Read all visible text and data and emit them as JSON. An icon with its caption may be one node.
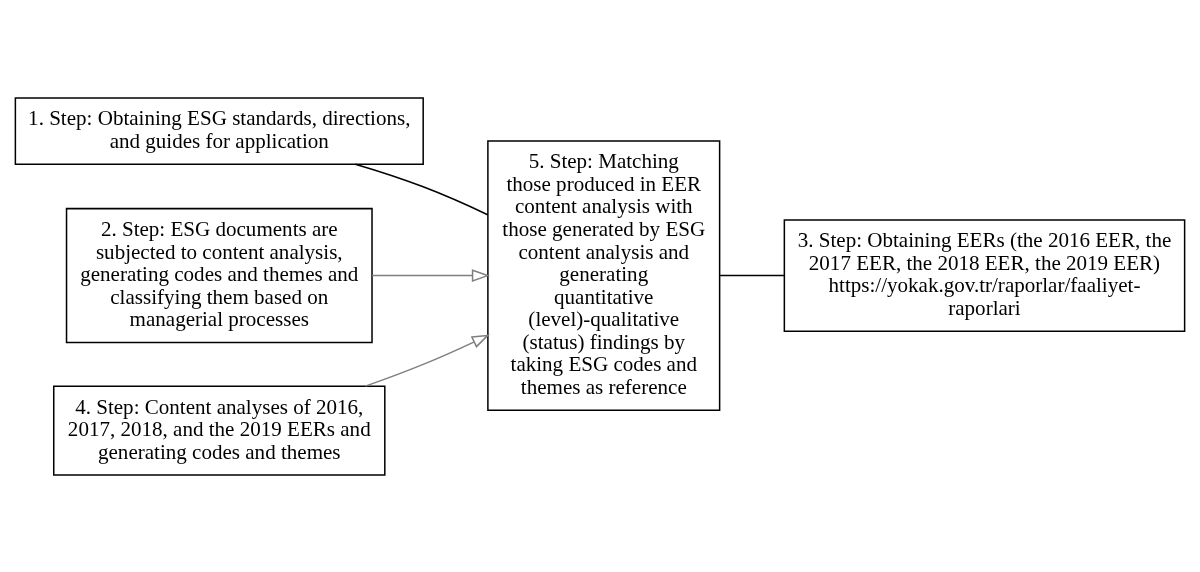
{
  "diagram": {
    "nodes": [
      {
        "text": [
          "1. Step: Obtaining ESG standards, directions, and guides for application"
        ]
      },
      {
        "text": [
          "2. Step: ESG documents are subjected to content analysis, generating codes and themes and classifying them based on managerial processes"
        ]
      },
      {
        "text": [
          "3. Step: Obtaining EERs (the 2016 EER, the 2017 EER, the 2018 EER, the 2019 EER)",
          "https://yokak.gov.tr/raporlar/faaliyet-raporlari"
        ]
      },
      {
        "text": [
          "4. Step: Content analyses of 2016, 2017, 2018, and the 2019 EERs and generating codes and themes"
        ]
      },
      {
        "text": [
          "5. Step: Matching those produced in EER content analysis with those generated by ESG content analysis and generating quantitative (level)-qualitative (status) findings by taking ESG codes and themes as reference"
        ]
      }
    ],
    "edges": [
      {
        "from": 0,
        "to": 4,
        "arrow": "none"
      },
      {
        "from": 4,
        "to": 2,
        "arrow": "none"
      },
      {
        "from": 1,
        "to": 4,
        "arrow": "to",
        "color": "#7f7f7f"
      },
      {
        "from": 3,
        "to": 4,
        "arrow": "to",
        "color": "#7f7f7f"
      }
    ]
  }
}
